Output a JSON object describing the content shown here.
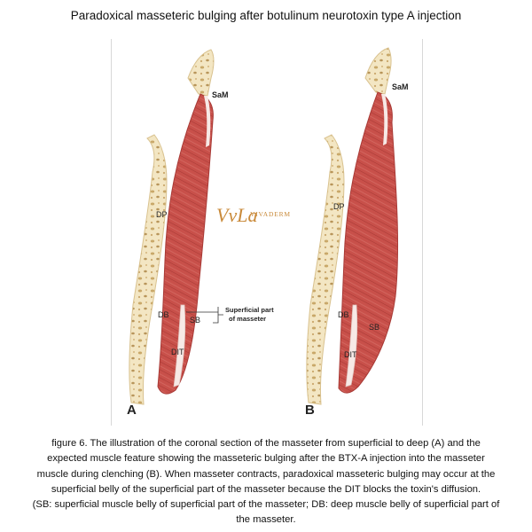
{
  "title": "Paradoxical masseteric bulging after botulinum neurotoxin type A injection",
  "labels": {
    "sam": "SaM",
    "dp": "DP",
    "db": "DB",
    "sb": "SB",
    "dit": "DIT",
    "superficial_part_line1": "Superficial part",
    "superficial_part_line2": "of masseter",
    "panel_a": "A",
    "panel_b": "B"
  },
  "logo": {
    "monogram": "VvLa",
    "brand": "VIVADERM"
  },
  "caption": {
    "lines": [
      "figure 6. The illustration of the coronal section of the masseter from superficial to deep (A) and the",
      "expected muscle feature showing the masseteric bulging after the BTX-A injection into the masseter",
      "muscle during clenching (B). When masseter contracts, paradoxical masseteric bulging may occur at the",
      "superficial belly of the superficial part of the masseter because the DIT blocks the toxin's diffusion.",
      "(SB: superficial muscle belly of superficial part of the masseter; DB: deep muscle belly of superficial part of",
      "the masseter."
    ]
  },
  "colors": {
    "muscle": "#c8504a",
    "muscle_dark": "#a83a36",
    "bone": "#f3e6c3",
    "bone_edge": "#d9c28f",
    "tendon": "#f7e9e6",
    "logo": "#c98a3a"
  }
}
